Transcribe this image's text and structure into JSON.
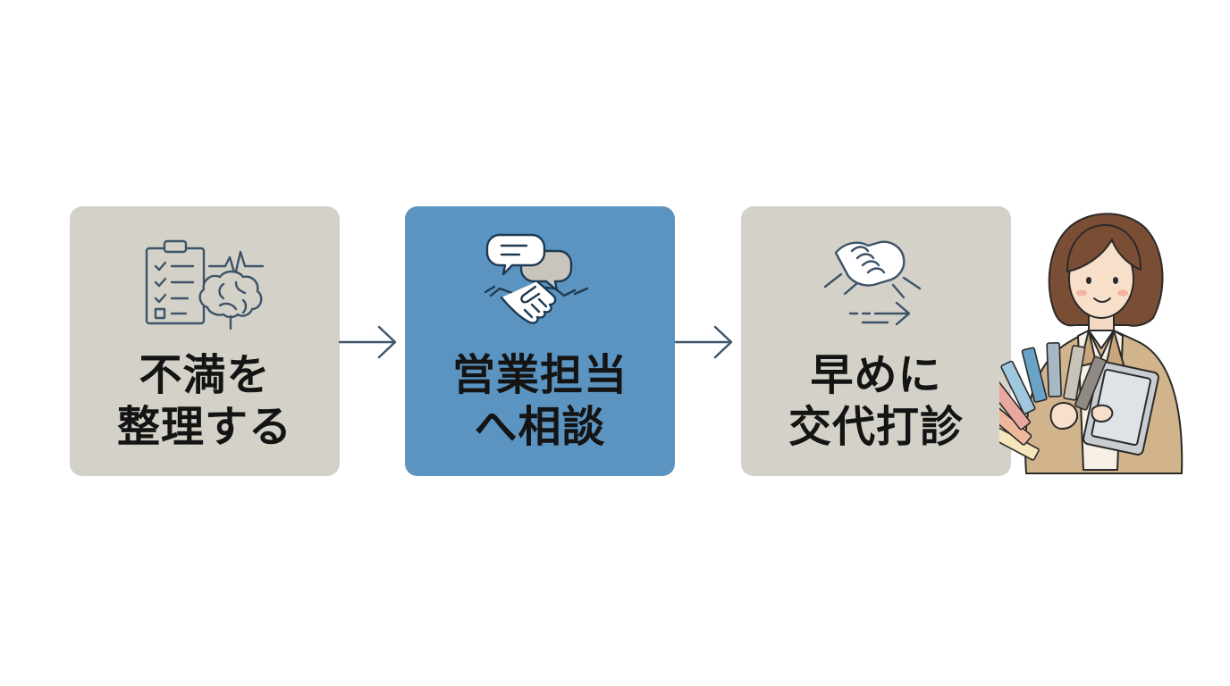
{
  "steps": [
    {
      "line1": "不満を",
      "line2": "整理する",
      "icon": "clipboard-brain-icon",
      "color": "#d4d2c8"
    },
    {
      "line1": "営業担当",
      "line2": "へ相談",
      "icon": "chat-handshake-icon",
      "color": "#5b94c0"
    },
    {
      "line1": "早めに",
      "line2": "交代打診",
      "icon": "handclasp-arrow-icon",
      "color": "#d4d2c8"
    }
  ],
  "colors": {
    "gray_box": "#d4d2c8",
    "blue_box": "#5b94c0",
    "icon_stroke": "#3d5368",
    "arrow": "#3d5368",
    "text": "#141414"
  },
  "illustration": "woman-with-color-swatches-and-tablet"
}
